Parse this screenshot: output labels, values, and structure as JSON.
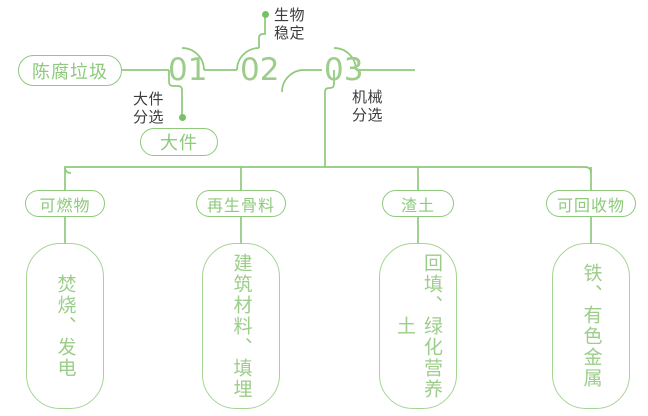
{
  "theme": {
    "line_color": "#8ec97c",
    "line_color_soft": "#a6d495",
    "text_green": "#9ccd8a",
    "pill_green": "#8ec97c",
    "note_dark": "#3c3c3c",
    "dot_color": "#74c263",
    "background": "#ffffff"
  },
  "flow": {
    "source": {
      "label": "陈腐垃圾"
    },
    "stages": [
      {
        "id": "01",
        "number": "01",
        "note": "大件\n分选"
      },
      {
        "id": "02",
        "number": "02",
        "note": "生物\n稳定"
      },
      {
        "id": "03",
        "number": "03",
        "note": "机械\n分选"
      }
    ],
    "branch_output": {
      "label": "大件"
    }
  },
  "outputs": [
    {
      "pill": "可燃物",
      "use": "焚烧、发电"
    },
    {
      "pill": "再生骨料",
      "use": "建筑材料、填埋"
    },
    {
      "pill": "渣土",
      "use": "回填、绿化营养土"
    },
    {
      "pill": "可回收物",
      "use": "铁、有色金属"
    }
  ]
}
